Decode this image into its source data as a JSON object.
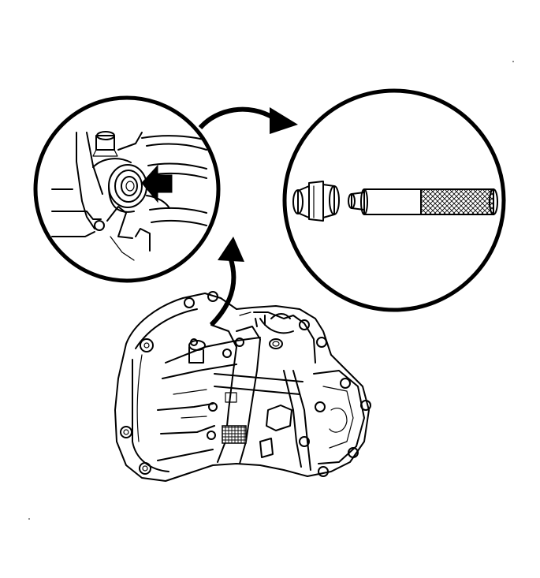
{
  "diagram": {
    "colors": {
      "ink": "#000000",
      "paper": "#ffffff"
    },
    "callouts": [
      {
        "name": "seal-location-detail",
        "shape": "circle"
      },
      {
        "name": "installer-tool-detail",
        "shape": "circle"
      }
    ],
    "arrows": [
      {
        "name": "transaxle-to-detail-arrow"
      },
      {
        "name": "detail-to-tool-arrow"
      },
      {
        "name": "seal-pointer-arrow"
      }
    ],
    "parts": [
      {
        "name": "manual-transaxle-housing"
      },
      {
        "name": "axle-shaft-seal"
      },
      {
        "name": "seal-installer-tool"
      },
      {
        "name": "knurled-handle"
      }
    ]
  }
}
